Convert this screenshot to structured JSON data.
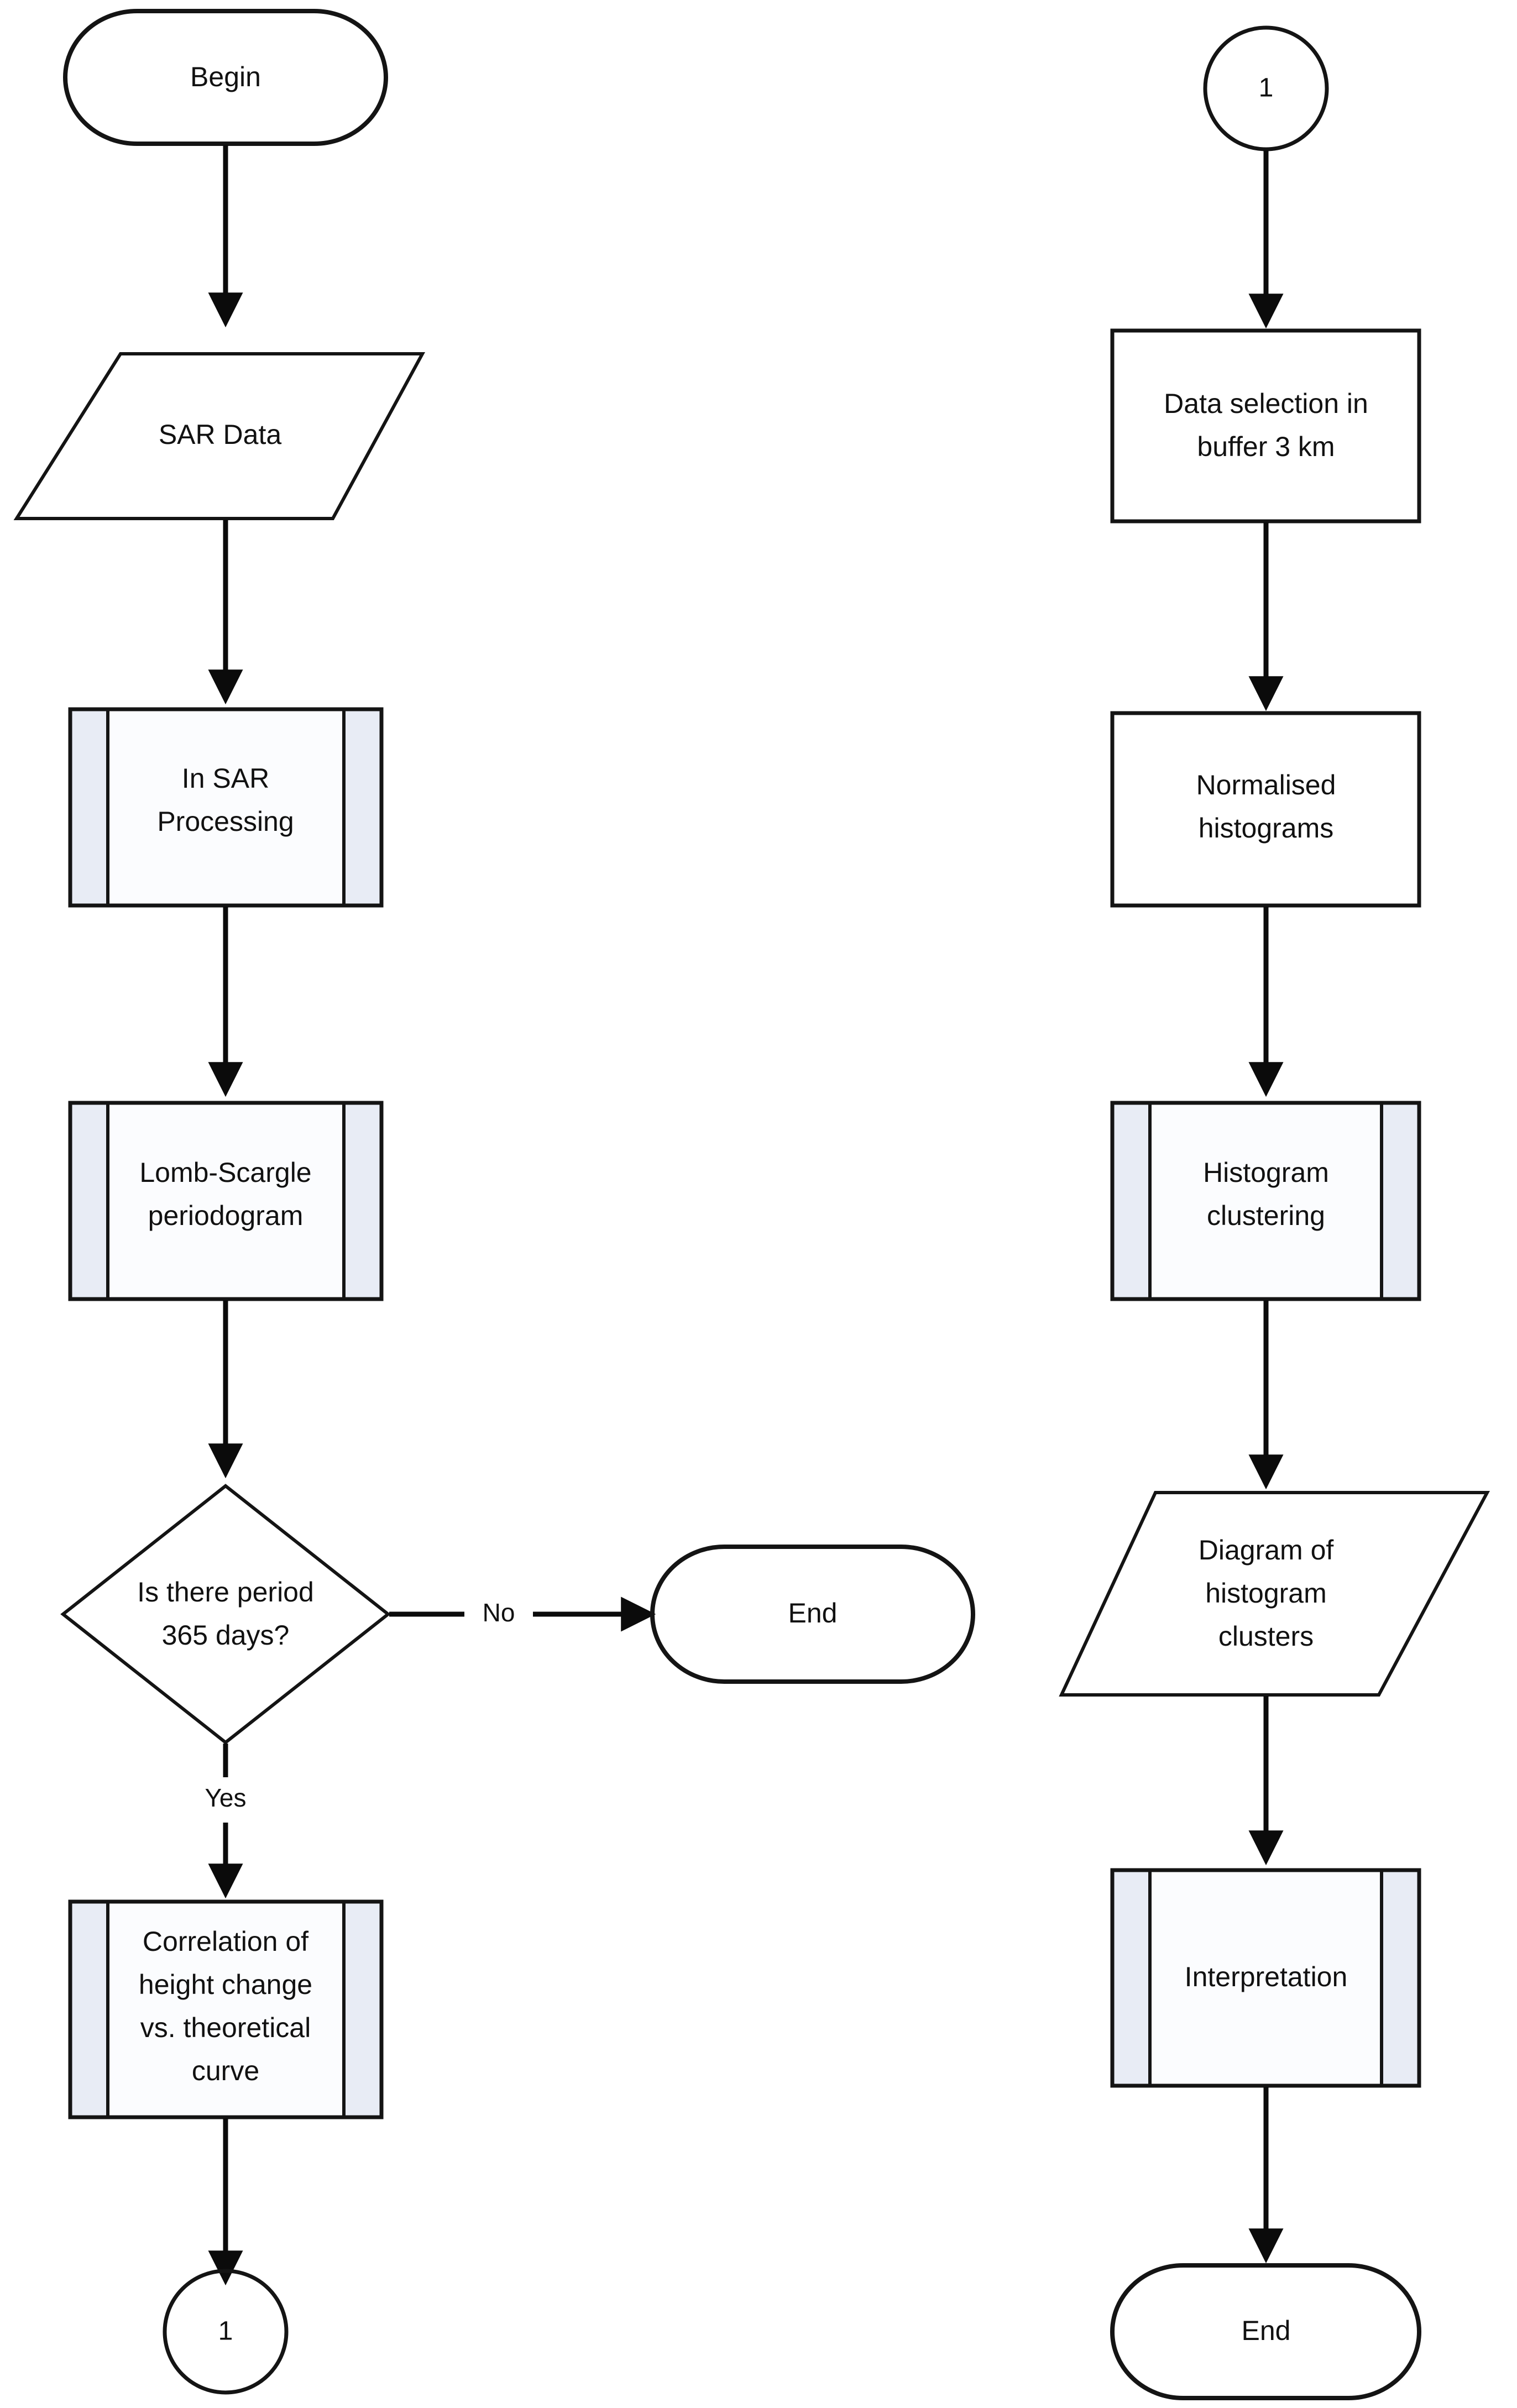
{
  "diagram": {
    "type": "flowchart",
    "orientation": "two-column vertical",
    "background_color": "#ffffff",
    "shape_fill_color": "#fbfcfe",
    "shape_band_color": "#e8ecf5",
    "line_color": "#0b0b0b",
    "text_color": "#111111"
  },
  "left_column": {
    "nodes": [
      {
        "id": "begin",
        "shape": "terminator",
        "label": "Begin"
      },
      {
        "id": "sar-data",
        "shape": "data-parallelogram",
        "label": "SAR Data"
      },
      {
        "id": "insar",
        "shape": "predefined-process",
        "label_line1": "In SAR",
        "label_line2": "Processing"
      },
      {
        "id": "lomb",
        "shape": "predefined-process",
        "label_line1": "Lomb-Scargle",
        "label_line2": "periodogram"
      },
      {
        "id": "decision",
        "shape": "decision-diamond",
        "label_line1": "Is there period",
        "label_line2": "365 days?"
      },
      {
        "id": "end-left",
        "shape": "terminator",
        "label": "End"
      },
      {
        "id": "correlation",
        "shape": "predefined-process",
        "label_line1": "Correlation of",
        "label_line2": "height change",
        "label_line3": "vs. theoretical",
        "label_line4": "curve"
      },
      {
        "id": "connector-out",
        "shape": "connector-circle",
        "label": "1"
      }
    ],
    "edge_labels": {
      "no": "No",
      "yes": "Yes"
    }
  },
  "right_column": {
    "nodes": [
      {
        "id": "connector-in",
        "shape": "connector-circle",
        "label": "1"
      },
      {
        "id": "data-selection",
        "shape": "process-rect",
        "label_line1": "Data selection in",
        "label_line2": "buffer 3 km"
      },
      {
        "id": "normalised",
        "shape": "process-rect",
        "label_line1": "Normalised",
        "label_line2": "histograms"
      },
      {
        "id": "clustering",
        "shape": "predefined-process",
        "label_line1": "Histogram",
        "label_line2": "clustering"
      },
      {
        "id": "diagram-out",
        "shape": "data-parallelogram",
        "label_line1": "Diagram of",
        "label_line2": "histogram",
        "label_line3": "clusters"
      },
      {
        "id": "interpretation",
        "shape": "predefined-process",
        "label": "Interpretation"
      },
      {
        "id": "end-right",
        "shape": "terminator",
        "label": "End"
      }
    ]
  }
}
